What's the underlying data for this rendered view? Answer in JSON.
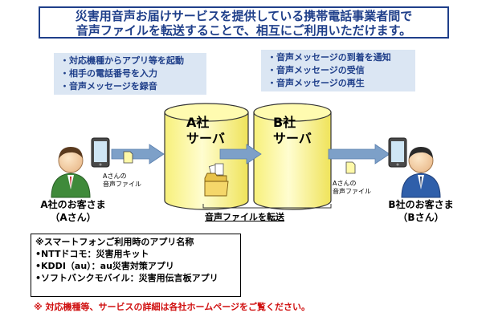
{
  "title": {
    "line1": "災害用音声お届けサービスを提供している携帯電話事業者間で",
    "line2": "音声ファイルを転送することで、相互にご利用いただけます。"
  },
  "sender_features": [
    "・対応機種からアプリ等を起動",
    "・相手の電話番号を入力",
    "・音声メッセージを録音"
  ],
  "receiver_features": [
    "・音声メッセージの到着を通知",
    "・音声メッセージの受信",
    "・音声メッセージの再生"
  ],
  "server_a": {
    "line1": "A社",
    "line2": "サーバ"
  },
  "server_b": {
    "line1": "B社",
    "line2": "サーバ"
  },
  "customer_a": {
    "line1": "A社のお客さま",
    "line2": "（Aさん）"
  },
  "customer_b": {
    "line1": "B社のお客さま",
    "line2": "（Bさん）"
  },
  "file_label_a": {
    "line1": "Aさんの",
    "line2": "音声ファイル"
  },
  "file_label_b": {
    "line1": "Aさんの",
    "line2": "音声ファイル"
  },
  "transfer_label": "音声ファイルを転送",
  "apps": {
    "heading": "※スマートフォンご利用時のアプリ名称",
    "items": [
      "•NTTドコモ：災害用キット",
      "•KDDI（au）：au災害対策アプリ",
      "•ソフトバンクモバイル：災害用伝言板アプリ"
    ]
  },
  "notice": "※ 対応機種等、サービスの詳細は各社ホームページをご覧ください。",
  "colors": {
    "title": "#1f3f8a",
    "feature_bg": "#dbe6f3",
    "server_fill": "#fffbb0",
    "arrow": "#7da0c8",
    "notice": "#d01010"
  }
}
